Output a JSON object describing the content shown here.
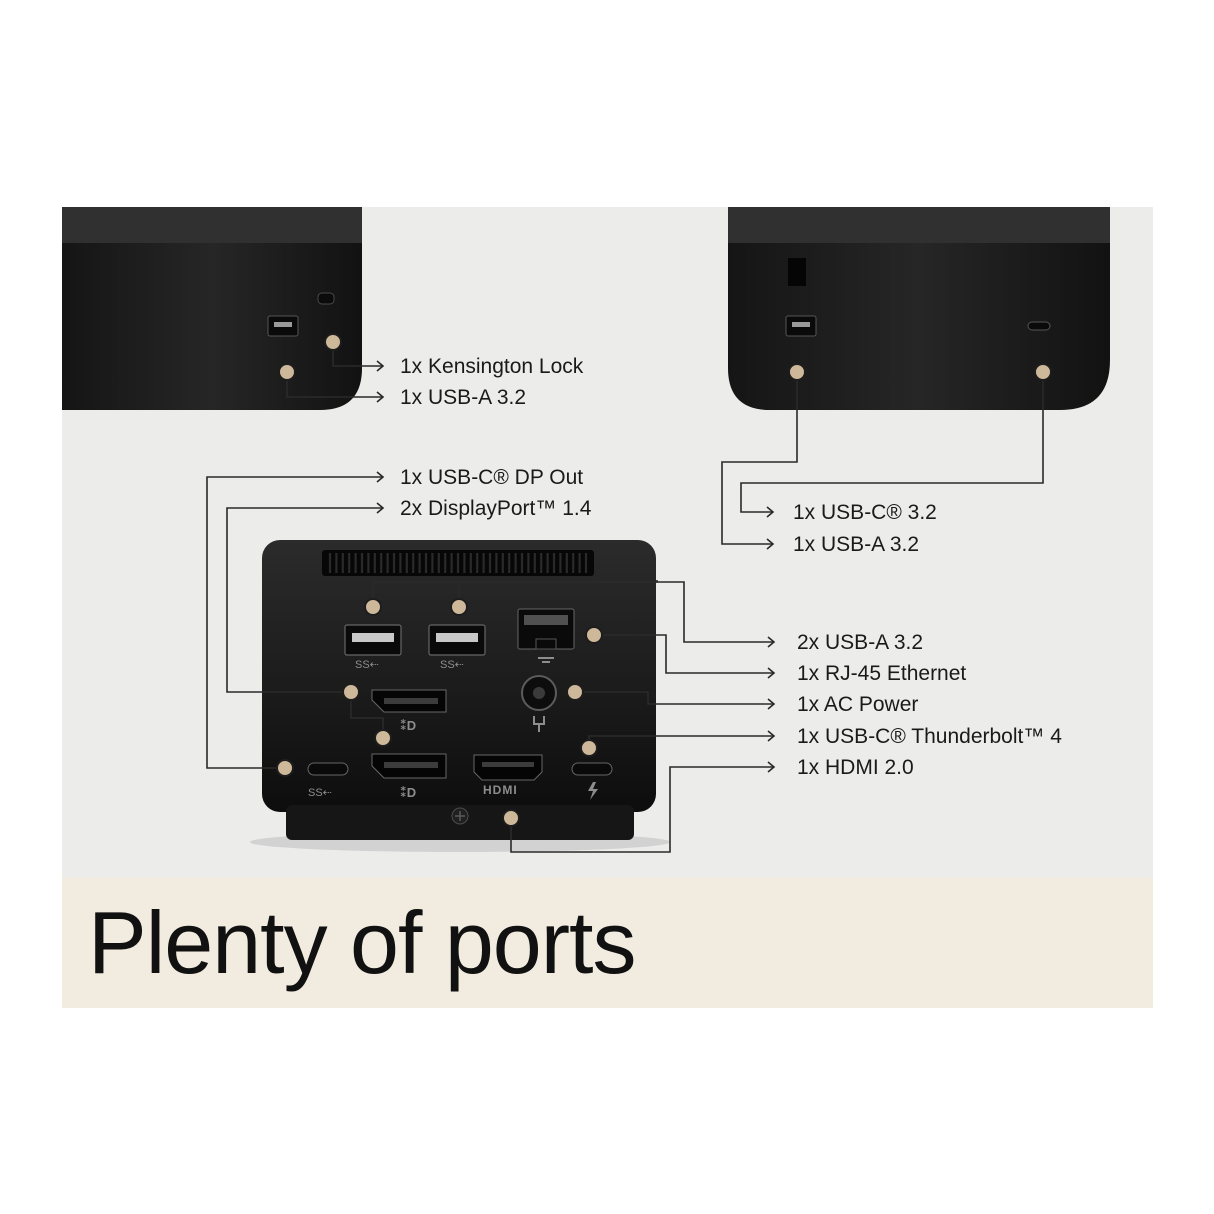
{
  "headline": "Plenty of ports",
  "callouts": {
    "kensington": "1x Kensington Lock",
    "usba_side_left": "1x USB-A 3.2",
    "usbc_dp_out": "1x USB-C® DP Out",
    "displayport": "2x DisplayPort™ 1.4",
    "usbc_side_right": "1x USB-C® 3.2",
    "usba_side_right": "1x USB-A 3.2",
    "usba_rear": "2x USB-A 3.2",
    "rj45": "1x RJ-45 Ethernet",
    "ac_power": "1x AC Power",
    "thunderbolt": "1x USB-C® Thunderbolt™ 4",
    "hdmi": "1x HDMI 2.0"
  },
  "port_glyphs": {
    "hdmi": "HDMI",
    "ss_usb": "SS⇠",
    "dp": "⁑D"
  },
  "colors": {
    "panel": "#ececeb",
    "banner": "#f1ebe0",
    "dot": "#cdb89a",
    "device": "#1c1c1c"
  }
}
